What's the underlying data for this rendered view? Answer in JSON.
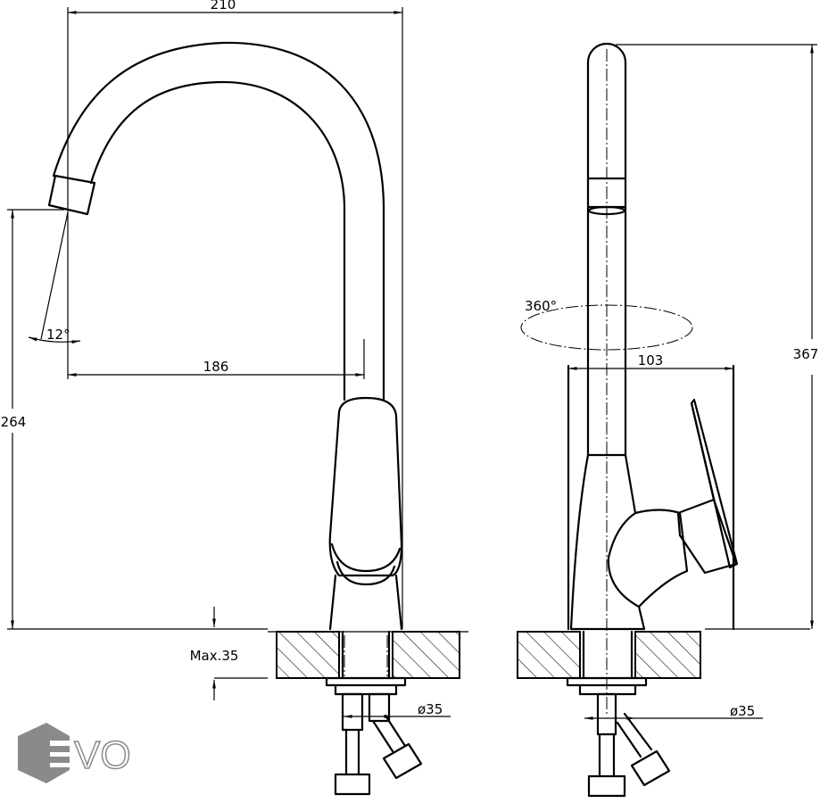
{
  "drawing": {
    "front_view": {
      "dim_total_width": "210",
      "dim_spout_reach": "186",
      "dim_spout_height": "264",
      "dim_spray_angle": "12°",
      "dim_max_deck_thickness": "Max.35",
      "dim_hole_diameter": "ø35"
    },
    "side_view": {
      "dim_rotation": "360°",
      "dim_body_depth": "103",
      "dim_total_height": "367",
      "dim_hole_diameter": "ø35"
    }
  },
  "logo": {
    "text": "EVO",
    "color": "#8a8a8a"
  }
}
